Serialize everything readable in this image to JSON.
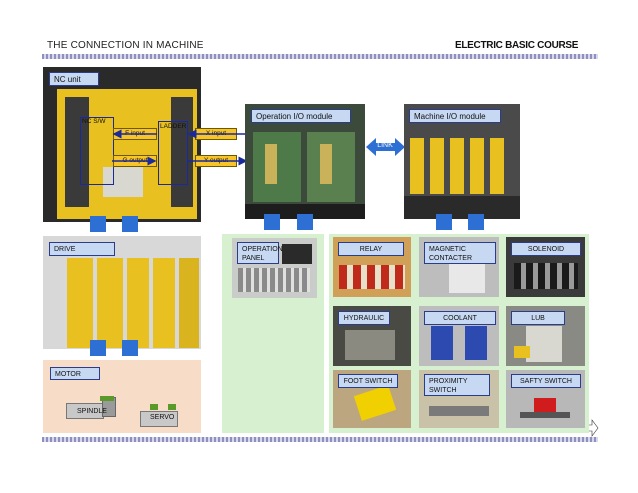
{
  "header": {
    "left_title": "THE CONNECTION IN MACHINE",
    "right_title": "ELECTRIC BASIC COURSE"
  },
  "nc_unit": {
    "label": "NC unit",
    "nc_sw": "NC S/W",
    "ladder": "LADDER",
    "f_input": "F input",
    "g_output": "G output",
    "x_input": "X input",
    "y_output": "Y output"
  },
  "modules": {
    "operation_io": "Operation I/O module",
    "machine_io": "Machine I/O module",
    "link": "LINK"
  },
  "drive_section": {
    "drive": "DRIVE",
    "motor": "MOTOR",
    "spindle": "SPINDLE",
    "servo": "SERVO"
  },
  "operation_panel": "OPERATION\nPANEL",
  "devices": {
    "relay": "RELAY",
    "magnetic_contacter": "MAGNETIC\nCONTACTER",
    "solenoid": "SOLENOID",
    "hydraulic": "HYDRAULIC",
    "coolant": "COOLANT",
    "lub": "LUB",
    "foot_switch": "FOOT SWITCH",
    "proximity_switch": "PROXIMITY\nSWITCH",
    "safty_switch": "SAFTY SWITCH"
  },
  "colors": {
    "label_fill": "#c7d8f3",
    "arrow_blue": "#2d6fd2",
    "panel_green": "#d6f0d0",
    "motor_panel": "#f7dcc8",
    "yellow": "#f7c42a"
  }
}
